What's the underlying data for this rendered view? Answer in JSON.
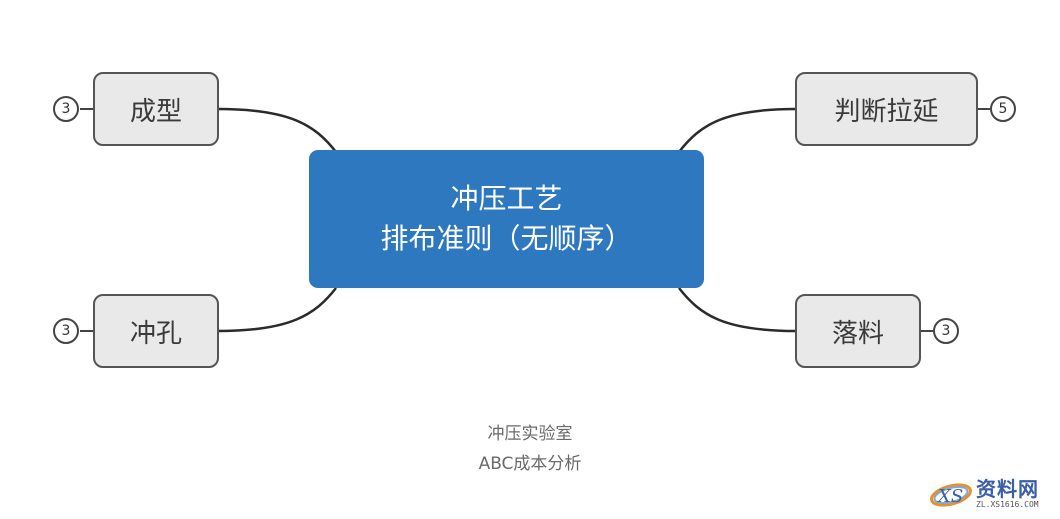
{
  "diagram": {
    "type": "mindmap",
    "root": {
      "line1": "冲压工艺",
      "line2": "排布准则（无顺序）",
      "color": "#2e78c0"
    },
    "branches": [
      {
        "id": "forming",
        "label": "成型",
        "count": "3",
        "side": "left",
        "position": "top"
      },
      {
        "id": "piercing",
        "label": "冲孔",
        "count": "3",
        "side": "left",
        "position": "bottom"
      },
      {
        "id": "deep-drawing-judgement",
        "label": "判断拉延",
        "count": "5",
        "side": "right",
        "position": "top"
      },
      {
        "id": "blanking",
        "label": "落料",
        "count": "3",
        "side": "right",
        "position": "bottom"
      }
    ],
    "caption": {
      "line1": "冲压实验室",
      "line2": "ABC成本分析"
    }
  },
  "watermark": {
    "logo": "XS",
    "title": "资料网",
    "url": "ZL.XS1616.COM"
  }
}
